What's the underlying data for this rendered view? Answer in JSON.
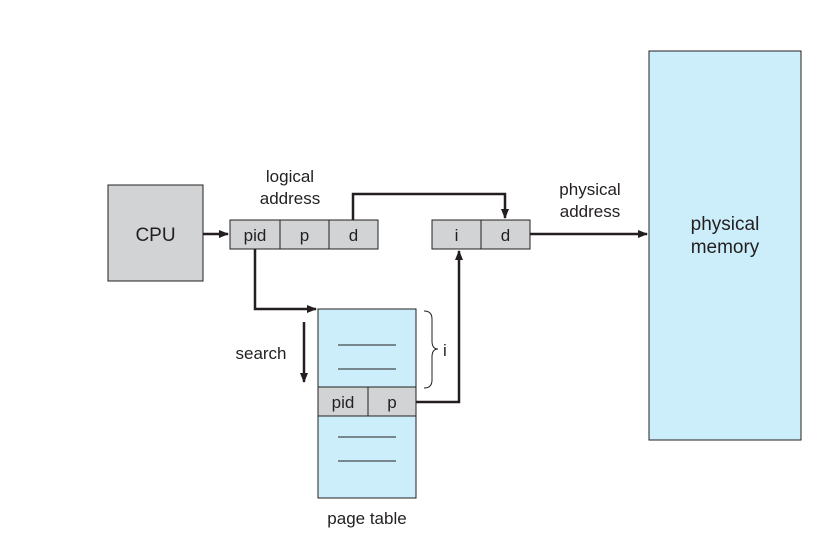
{
  "labels": {
    "cpu": "CPU",
    "logical_address": [
      "logical",
      "address"
    ],
    "physical_address": [
      "physical",
      "address"
    ],
    "physical_memory": [
      "physical",
      "memory"
    ],
    "search": "search",
    "page_table": "page table",
    "brace_label": "i"
  },
  "logical_fields": [
    "pid",
    "p",
    "d"
  ],
  "physical_fields": [
    "i",
    "d"
  ],
  "table_entry_fields": [
    "pid",
    "p"
  ],
  "colors": {
    "gray_fill": "#d1d3d4",
    "blue_fill": "#cceefa",
    "stroke": "#231f20"
  }
}
